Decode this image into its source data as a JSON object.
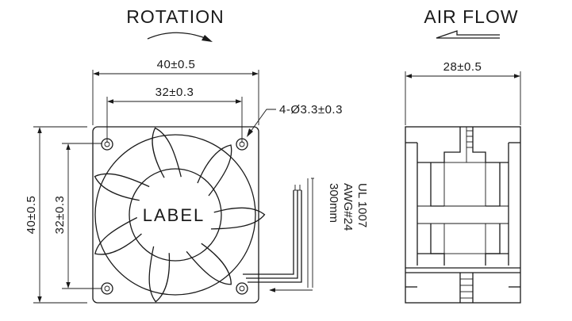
{
  "titles": {
    "rotation": "ROTATION",
    "air_flow": "AIR FLOW"
  },
  "dimensions": {
    "frame_width": "40±0.5",
    "hole_spacing_horizontal": "32±0.3",
    "frame_height": "40±0.5",
    "hole_spacing_vertical": "32±0.3",
    "mounting_holes": "4-Ø3.3±0.3",
    "depth": "28±0.5"
  },
  "hub_label": "LABEL",
  "wire_spec": {
    "line1": "UL 1007",
    "line2": "AWG#24",
    "line3": "300mm"
  }
}
